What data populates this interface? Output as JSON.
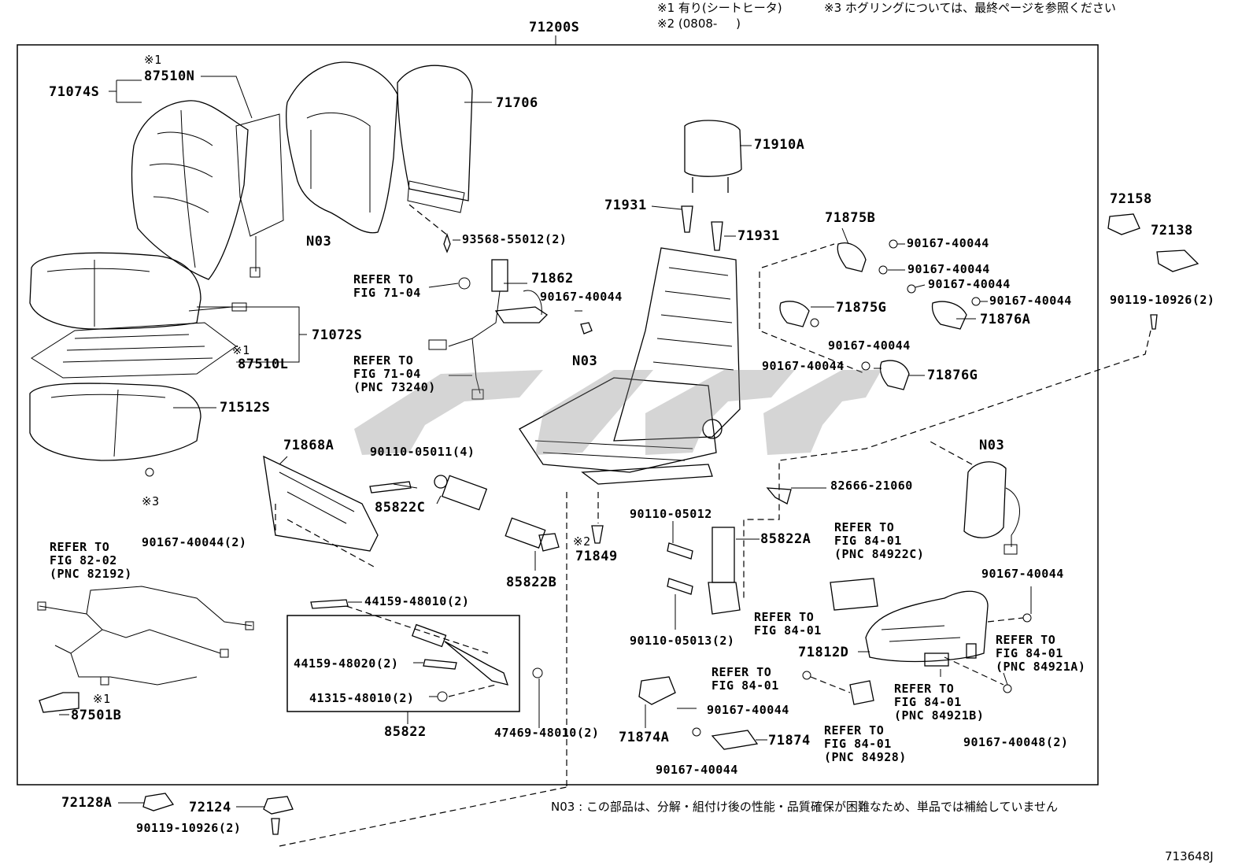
{
  "notes": {
    "note1": "※1 有り(シートヒータ)",
    "note3": "※3 ホグリングについては、最終ページを参照ください",
    "note2": "※2 (0808-     )",
    "n03": "N03 : この部品は、分解・組付け後の性能・品質確保が困難なため、単品では補給していません",
    "figure_id": "713648J"
  },
  "labels": {
    "assembly": "71200S",
    "p71074S": "71074S",
    "p87510N_mark": "※1",
    "p87510N": "87510N",
    "p71706": "71706",
    "p93568": "93568-55012(2)",
    "n03_back": "N03",
    "p71910A": "71910A",
    "p71931a": "71931",
    "p71931b": "71931",
    "p71875B": "71875B",
    "p90167_a": "90167-40044",
    "p90167_b": "90167-40044",
    "p90167_c": "90167-40044",
    "p90167_d": "90167-40044",
    "p71876A": "71876A",
    "p72158": "72158",
    "p72138": "72138",
    "p90119_r": "90119-10926(2)",
    "p71875G": "71875G",
    "p90167_e": "90167-40044",
    "p90167_f": "90167-40044",
    "p71876G": "71876G",
    "refer_7104a": "REFER TO\nFIG 71-04",
    "p71862": "71862",
    "p90167_g": "90167-40044",
    "refer_7104b": "REFER TO\nFIG 71-04\n(PNC 73240)",
    "n03_frame": "N03",
    "p71072S": "71072S",
    "p87510L_mark": "※1",
    "p87510L": "87510L",
    "p71512S": "71512S",
    "mark3": "※3",
    "p71868A": "71868A",
    "p90110_05011": "90110-05011(4)",
    "p85822C": "85822C",
    "p90167_h": "90167-40044(2)",
    "p85822B": "85822B",
    "mark2": "※2",
    "p71849": "71849",
    "p82666": "82666-21060",
    "n03_side": "N03",
    "p90110_05012": "90110-05012",
    "p85822A": "85822A",
    "refer_8401a": "REFER TO\nFIG 84-01\n(PNC 84922C)",
    "refer_8202": "REFER TO\nFIG 82-02\n(PNC 82192)",
    "p44159_48010": "44159-48010(2)",
    "p44159_48020": "44159-48020(2)",
    "p41315": "41315-48010(2)",
    "p85822": "85822",
    "p47469": "47469-48010(2)",
    "p87501B_mark": "※1",
    "p87501B": "87501B",
    "refer_8401b": "REFER TO\nFIG 84-01",
    "p90110_05013": "90110-05013(2)",
    "p90167_i": "90167-40044",
    "p71812D": "71812D",
    "refer_8401c": "REFER TO\nFIG 84-01\n(PNC 84921A)",
    "refer_8401d": "REFER TO\nFIG 84-01",
    "p90167_j": "90167-40044",
    "p71874A": "71874A",
    "p71874": "71874",
    "p90167_k": "90167-40044",
    "refer_8401e": "REFER TO\nFIG 84-01\n(PNC 84928)",
    "refer_8401f": "REFER TO\nFIG 84-01\n(PNC 84921B)",
    "p90167_40048": "90167-40048(2)",
    "p72128A": "72128A",
    "p72124": "72124",
    "p90119_b": "90119-10926(2)"
  }
}
